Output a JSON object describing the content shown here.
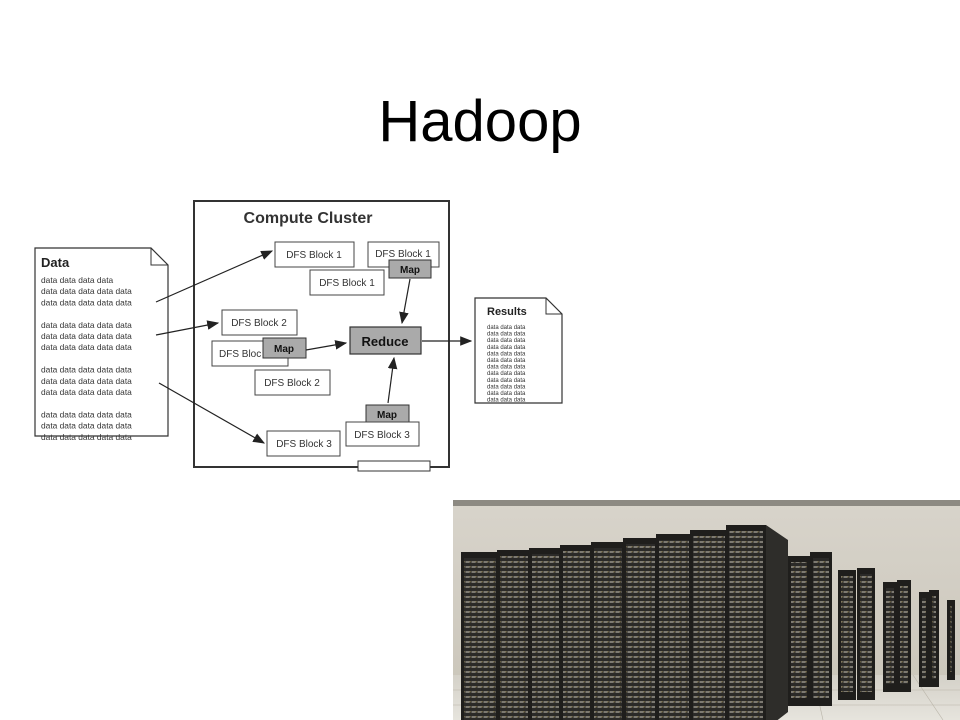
{
  "slide": {
    "title": "Hadoop"
  },
  "diagram": {
    "cluster_title": "Compute Cluster",
    "data_doc": {
      "title": "Data",
      "lines": [
        "data data data data",
        "data data data data data",
        "data data data data data",
        "",
        "data data data data data",
        "data data data data data",
        "data data data data data",
        "",
        "data data data data data",
        "data data data data data",
        "data data data data data",
        "",
        "data data data data data",
        "data data data data data",
        "data data data data data"
      ]
    },
    "blocks": {
      "b1a": "DFS Block 1",
      "b1b": "DFS Block 1",
      "b1c": "DFS Block 1",
      "b2a": "DFS Block 2",
      "b2b": "DFS Bloc",
      "b2c": "DFS Block 2",
      "b3a": "DFS Block 3",
      "b3b": "DFS Block 3"
    },
    "map_label": "Map",
    "reduce_label": "Reduce",
    "results_doc": {
      "title": "Results",
      "lines": [
        "data data data",
        "data data data",
        "data data data",
        "data data data",
        "data data data",
        "data data data",
        "data data data",
        "data data data",
        "data data data",
        "data data data",
        "data data data",
        "data data data"
      ]
    }
  },
  "photo": {
    "subject": "server-racks"
  }
}
